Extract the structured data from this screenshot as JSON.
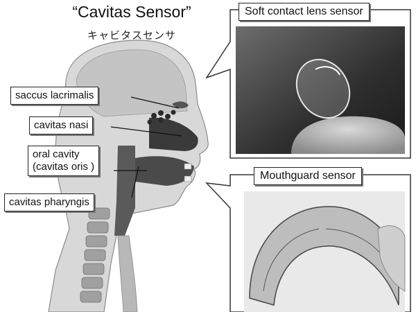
{
  "title": "“Cavitas Sensor”",
  "subtitle": "キャビタスセンサ",
  "labels": {
    "saccus": "saccus lacrimalis",
    "nasi": "cavitas nasi",
    "oral_line1": "oral cavity",
    "oral_line2": "(cavitas oris )",
    "pharyngis": "cavitas pharyngis"
  },
  "panels": {
    "lens_title": "Soft contact lens sensor",
    "mouthguard_title": "Mouthguard sensor"
  }
}
